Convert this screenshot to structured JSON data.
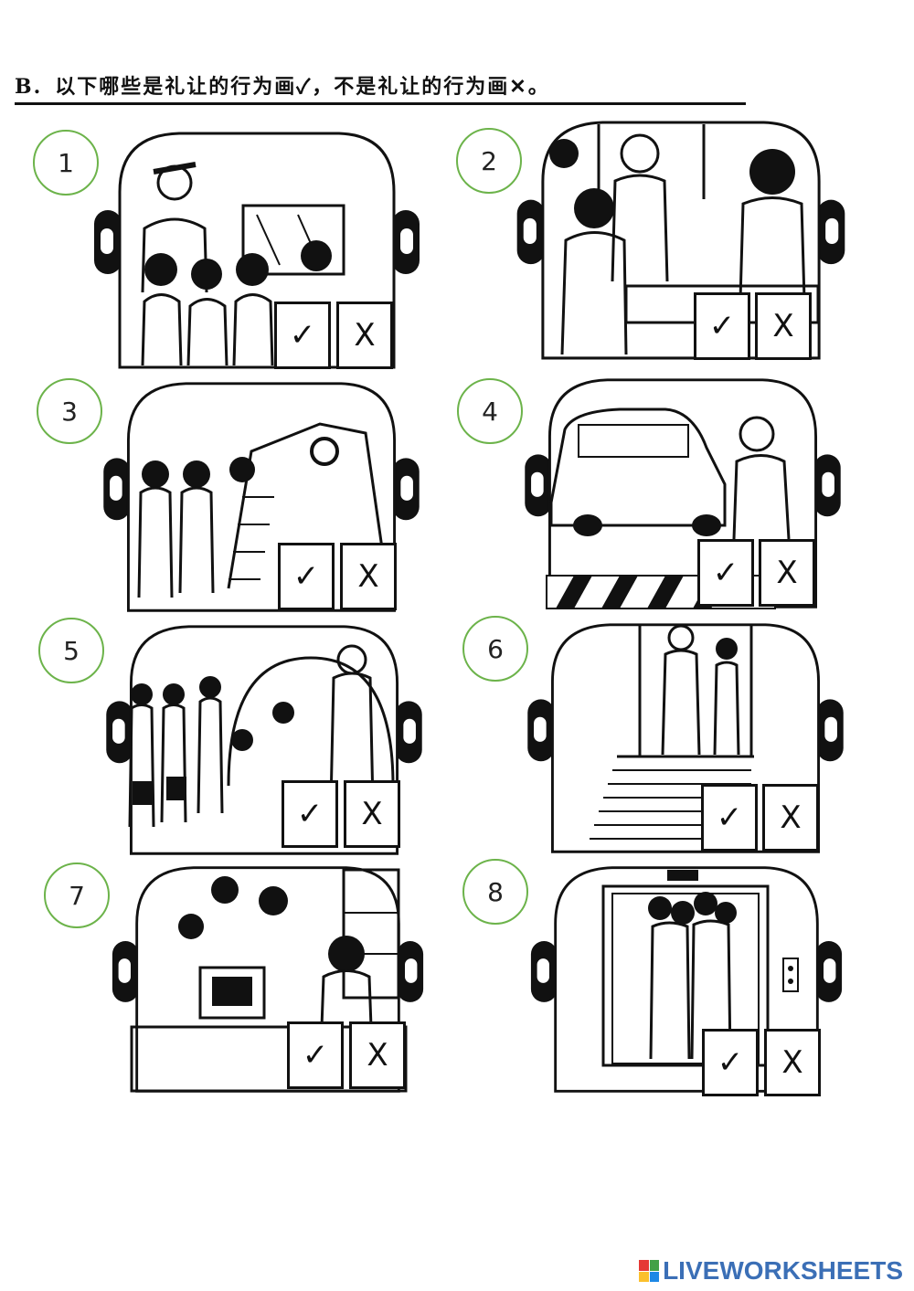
{
  "instruction": {
    "letter": "B.",
    "text": "以下哪些是礼让的行为画✓，不是礼让的行为画✕。"
  },
  "items": [
    {
      "number": "1",
      "check": "✓",
      "cross": "X"
    },
    {
      "number": "2",
      "check": "✓",
      "cross": "X"
    },
    {
      "number": "3",
      "check": "✓",
      "cross": "X"
    },
    {
      "number": "4",
      "check": "✓",
      "cross": "X"
    },
    {
      "number": "5",
      "check": "✓",
      "cross": "X"
    },
    {
      "number": "6",
      "check": "✓",
      "cross": "X"
    },
    {
      "number": "7",
      "check": "✓",
      "cross": "X"
    },
    {
      "number": "8",
      "check": "✓",
      "cross": "X"
    }
  ],
  "footer": {
    "brand": "LIVEWORKSHEETS",
    "brand_color": "#3b6fb6",
    "mark_colors": [
      "#e53935",
      "#43a047",
      "#fbc02d",
      "#1e88e5"
    ]
  },
  "colors": {
    "circle_border": "#6cb34a",
    "ink": "#111111"
  }
}
